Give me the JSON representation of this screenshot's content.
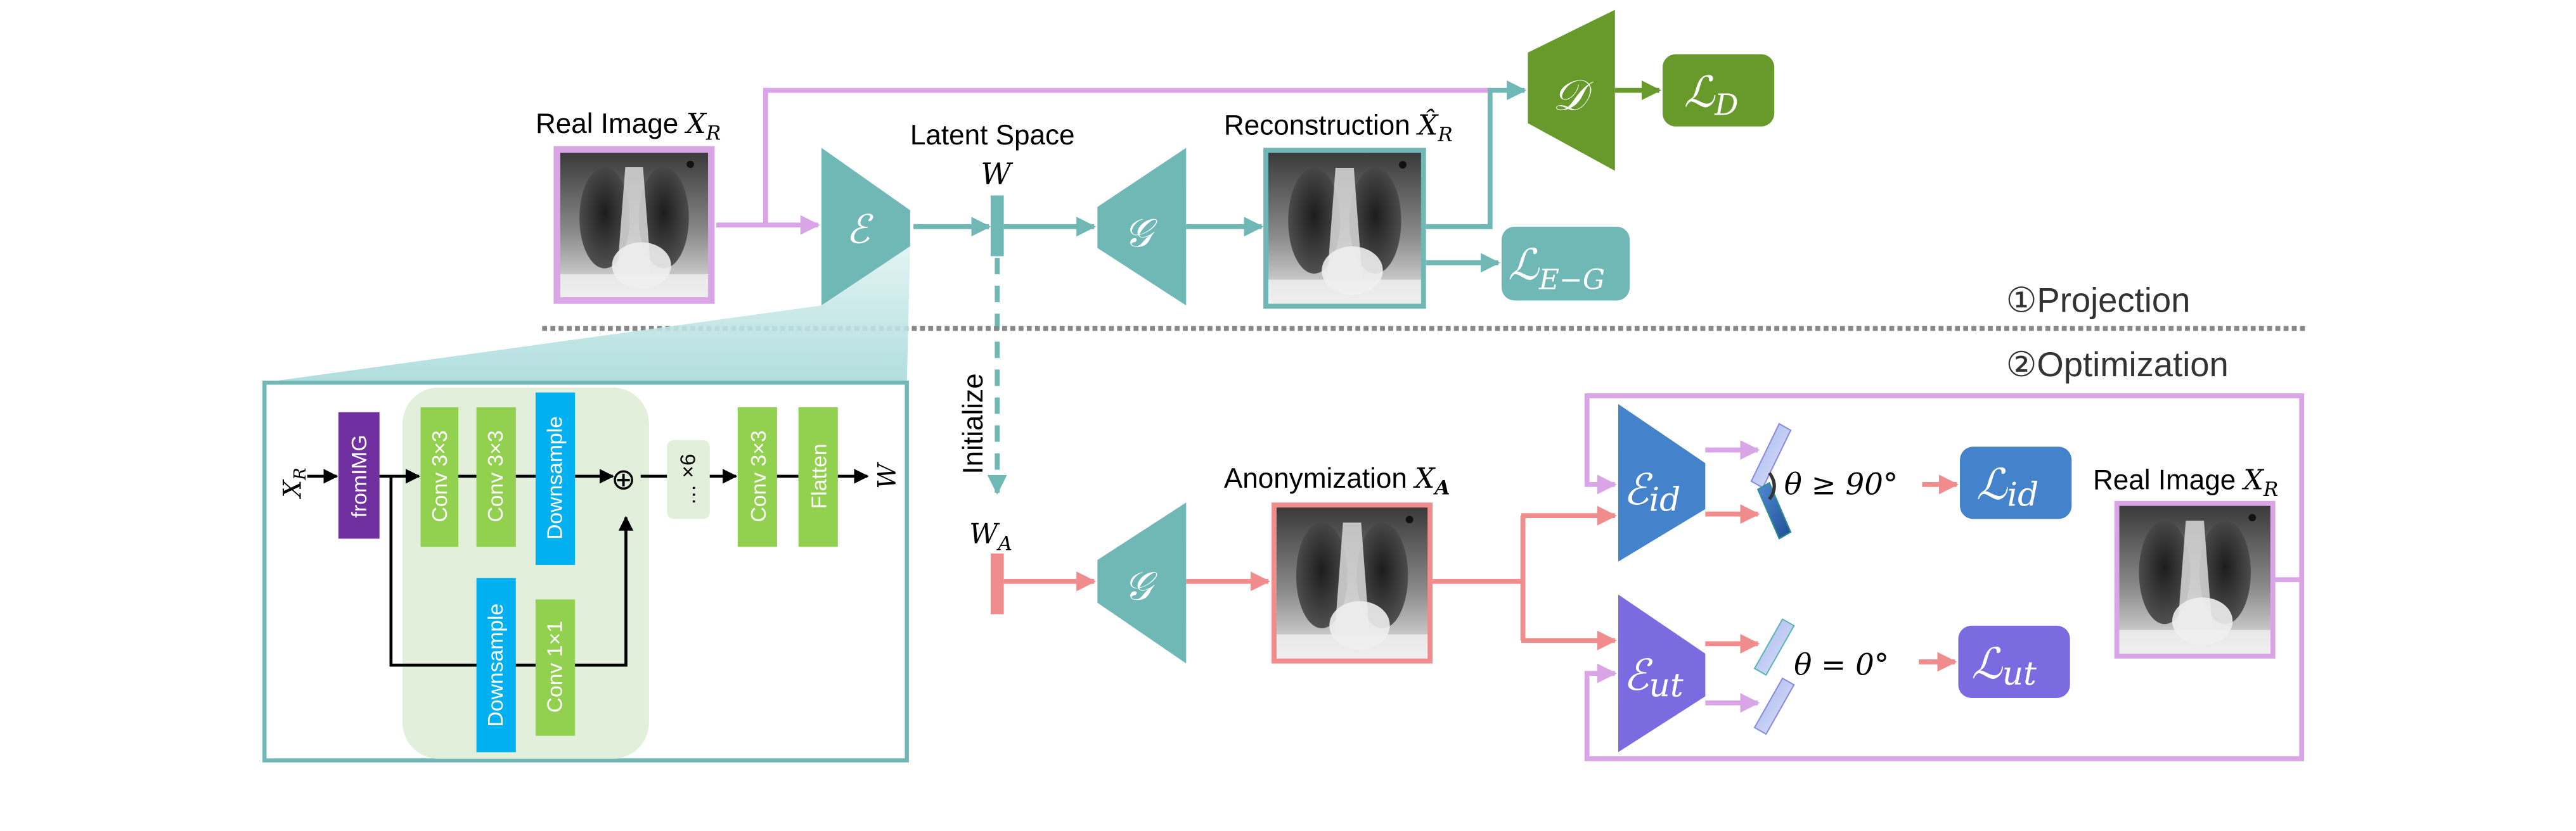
{
  "colors": {
    "teal": "#70b8b6",
    "teal_light": "#b2e0e0",
    "lilac": "#d9a5e6",
    "salmon": "#f08c8c",
    "green_disc": "#67992b",
    "blue_id": "#4483cb",
    "purple_ut": "#7a6ce0",
    "fromimg_purple": "#7030a0",
    "conv_green": "#92d050",
    "downsample_blue": "#00b0f0",
    "resblock_bg": "#e2efda",
    "phase_text": "#333333",
    "divider": "#888888"
  },
  "projection": {
    "real_image_label": "Real Image ",
    "real_image_var": "X",
    "real_image_sub": "R",
    "latent_space_label": "Latent Space",
    "latent_var": "W",
    "encoder_symbol": "ℰ",
    "generator_symbol": "𝒢",
    "reconstruction_label": "Reconstruction ",
    "reconstruction_var": "X̂",
    "reconstruction_sub": "R",
    "discriminator_symbol": "𝒟",
    "loss_d_symbol": "ℒ",
    "loss_d_sub": "D",
    "loss_eg_symbol": "ℒ",
    "loss_eg_sub": "E−G"
  },
  "phases": {
    "projection": "①Projection",
    "optimization": "②Optimization"
  },
  "encoder_detail": {
    "input_var": "X",
    "input_sub": "R",
    "fromimg": "fromIMG",
    "conv1": "Conv 3×3",
    "conv2": "Conv 3×3",
    "downsample_main": "Downsample",
    "downsample_skip": "Downsample",
    "conv_skip": "Conv 1×1",
    "add_symbol": "⊕",
    "repeat": "… ×6",
    "conv_final": "Conv 3×3",
    "flatten": "Flatten",
    "output_var": "W"
  },
  "optimization": {
    "initialize_label": "Initialize",
    "latent_var": "W",
    "latent_sub": "A",
    "generator_symbol": "𝒢",
    "anonymization_label": "Anonymization ",
    "anonymization_var": "X",
    "anonymization_sub": "A",
    "enc_id_symbol": "ℰ",
    "enc_id_sub": "id",
    "enc_ut_symbol": "ℰ",
    "enc_ut_sub": "ut",
    "angle_id": "θ ≥ 90°",
    "angle_ut": "θ = 0°",
    "loss_id_symbol": "ℒ",
    "loss_id_sub": "id",
    "loss_ut_symbol": "ℒ",
    "loss_ut_sub": "ut",
    "real_image_label": "Real Image ",
    "real_image_var": "X",
    "real_image_sub": "R"
  }
}
